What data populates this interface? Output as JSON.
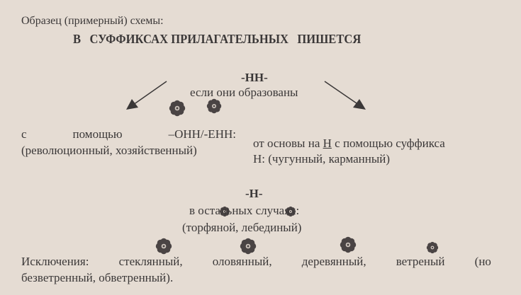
{
  "intro": "Образец (примерный) схемы:",
  "title": "В   СУФФИКСАХ ПРИЛАГАТЕЛЬНЫХ   ПИШЕТСЯ",
  "nn": {
    "label": "-НН-",
    "condition": "если они образованы",
    "left": {
      "line1_words": [
        "с",
        "помощью",
        "–ОНН/-ЕНН:"
      ],
      "line2": "(революционный, хозяйственный)"
    },
    "right": {
      "line1_pre": "от основы на ",
      "line1_underlined": "Н",
      "line1_post": " с помощью суффикса",
      "line2": "Н: (чугунный, карманный)"
    }
  },
  "n": {
    "label": "-Н-",
    "condition": "в остальных случаях:",
    "examples": "(торфяной, лебединый)"
  },
  "exceptions": {
    "line1_words": [
      "Исключения:",
      "стеклянный,",
      "оловянный,",
      "деревянный,",
      "ветреный",
      "(но"
    ],
    "line2": "безветренный, обветренный)."
  },
  "colors": {
    "paper": "#e5dcd3",
    "ink": "#3b3838",
    "flower": "#4a4444"
  }
}
